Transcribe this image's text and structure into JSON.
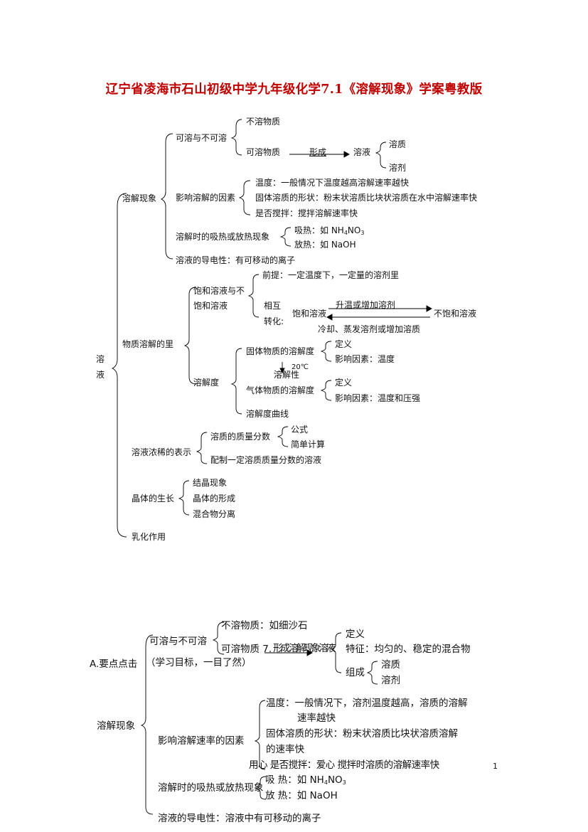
{
  "title": "辽宁省凌海市石山初级中学九年级化学7.1《溶解现象》学案粤教版",
  "top_map": {
    "root": [
      "溶",
      "液"
    ],
    "dissolution": "溶解现象",
    "soluble_or_not": "可溶与不可溶",
    "insoluble": "不溶物质",
    "soluble": "可溶物质",
    "form": "形成",
    "solution": "溶液",
    "solute": "溶质",
    "solvent": "溶剂",
    "factors": "影响溶解的因素",
    "temp": "温度：一般情况下温度越高溶解速率越快",
    "solid_shape": "固体溶质的形状：粉末状溶质比块状溶质在水中溶解速率快",
    "stir": "是否搅拌：搅拌溶解速率快",
    "heat": "溶解时的吸热或放热现象",
    "absorb": "吸热：如 NH",
    "absorb_4": "4",
    "absorb_no": "NO",
    "absorb_3": "3",
    "release": "放热：如 NaOH",
    "conduct": "溶液的导电性：有可移动的离子",
    "amount": "物质溶解的里",
    "saturated_a": "饱和溶液与不",
    "saturated_b": "饱和溶液",
    "premise": "前提：一定温度下，一定量的溶剂里",
    "mutual_a": "相互",
    "mutual_b": "转化:",
    "sat": "饱和溶液",
    "heat_add": "升温或增加溶剂",
    "unsat": "不饱和溶液",
    "cool": "冷却、蒸发溶剂或增加溶质",
    "solubility": "溶解度",
    "solid_sol": "固体物质的溶解度",
    "def1": "定义",
    "factor_temp": "影响因素：温度",
    "twenty": "20℃",
    "solubility_prop": "溶解性",
    "gas_sol": "气体物质的溶解度",
    "def2": "定义",
    "factor_tp": "影响因素：温度和压强",
    "curve": "溶解度曲线",
    "concentration": "溶液浓稀的表示",
    "mass_fraction": "溶质的质量分数",
    "formula": "公式",
    "calc": "简单计算",
    "prepare": "配制一定溶质质量分数的溶液",
    "crystal": "晶体的生长",
    "crystallize": "结晶现象",
    "crystal_form": "晶体的形成",
    "separate": "混合物分离",
    "emulsify": "乳化作用"
  },
  "bottom_map": {
    "heading_a": "A.要点点击",
    "heading_b": "（学习目标，一目了然）",
    "soluble_or_not": "可溶与不可溶",
    "insoluble": "不溶物质：如细沙石",
    "soluble": "可溶物质 7.",
    "overlap": "形成 溶解现象溶液",
    "define": "定义",
    "feature": "特征：均匀的、稳定的混合物",
    "compose": "组成",
    "solute": "溶质",
    "solvent": "溶剂",
    "dissolution": "溶解现象",
    "rate_factors": "影响溶解速率的因素",
    "temp_a": "温度：一般情况下，溶剂温度越高，溶质的溶解",
    "temp_b": "速率越快",
    "shape_a": "固体溶质的形状：粉末状溶质比块状溶质溶解",
    "shape_b": "的速率快",
    "stir": "用心 是否搅拌：爱心 搅拌时溶质的溶解速率快",
    "heat": "溶解时的吸热或放热现象",
    "absorb": "吸 热：如 NH",
    "absorb_4": "4",
    "absorb_no": "NO",
    "absorb_3": "3",
    "release": "放 热：如 NaOH",
    "conduct": "溶液的导电性：溶液中有可移动的离子"
  },
  "page_number": "1"
}
